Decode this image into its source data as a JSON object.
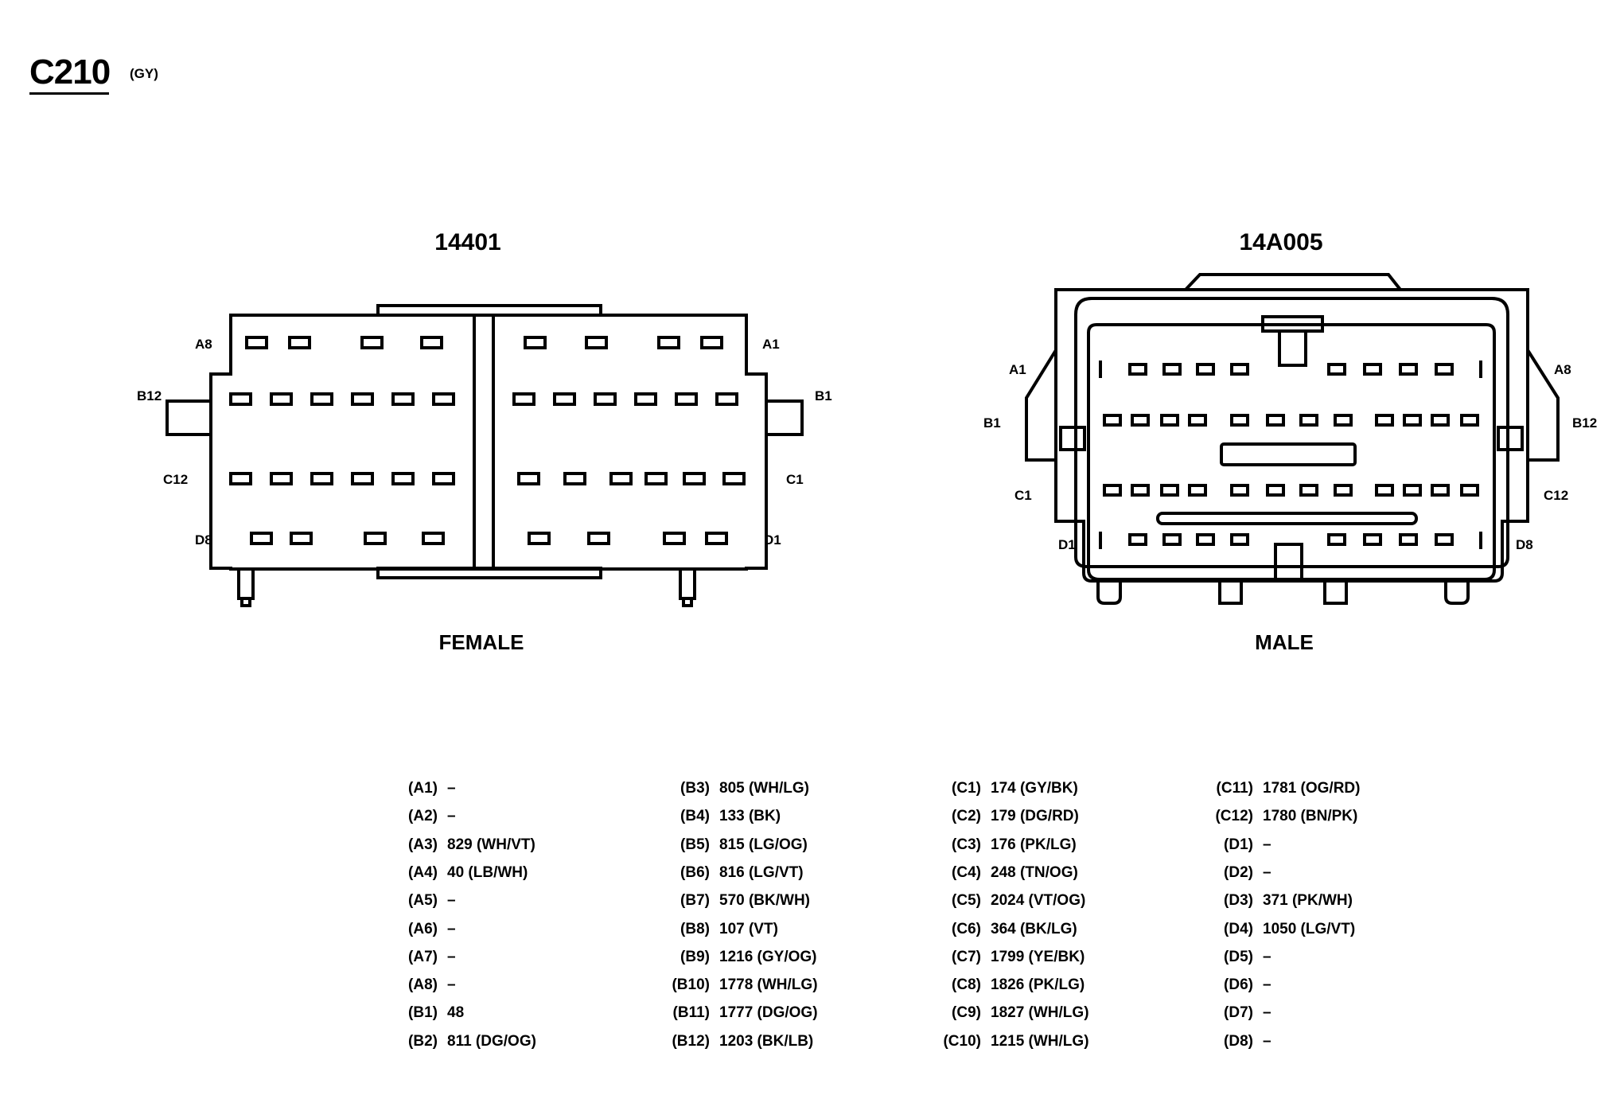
{
  "connector": {
    "id": "C210",
    "color_code": "(GY)"
  },
  "female": {
    "part_number": "14401",
    "gender_label": "FEMALE",
    "corner_labels": {
      "a_left": "A8",
      "a_right": "A1",
      "b_left": "B12",
      "b_right": "B1",
      "c_left": "C12",
      "c_right": "C1",
      "d_left": "D8",
      "d_right": "D1"
    }
  },
  "male": {
    "part_number": "14A005",
    "gender_label": "MALE",
    "corner_labels": {
      "a_left": "A1",
      "a_right": "A8",
      "b_left": "B1",
      "b_right": "B12",
      "c_left": "C1",
      "c_right": "C12",
      "d_left": "D1",
      "d_right": "D8"
    }
  },
  "pinout": [
    [
      {
        "pin": "(A1)",
        "wire": "–"
      },
      {
        "pin": "(A2)",
        "wire": "–"
      },
      {
        "pin": "(A3)",
        "wire": "829 (WH/VT)"
      },
      {
        "pin": "(A4)",
        "wire": "40 (LB/WH)"
      },
      {
        "pin": "(A5)",
        "wire": "–"
      },
      {
        "pin": "(A6)",
        "wire": "–"
      },
      {
        "pin": "(A7)",
        "wire": "–"
      },
      {
        "pin": "(A8)",
        "wire": "–"
      },
      {
        "pin": "(B1)",
        "wire": "48"
      },
      {
        "pin": "(B2)",
        "wire": "811 (DG/OG)"
      }
    ],
    [
      {
        "pin": "(B3)",
        "wire": "805 (WH/LG)"
      },
      {
        "pin": "(B4)",
        "wire": "133 (BK)"
      },
      {
        "pin": "(B5)",
        "wire": "815 (LG/OG)"
      },
      {
        "pin": "(B6)",
        "wire": "816 (LG/VT)"
      },
      {
        "pin": "(B7)",
        "wire": "570 (BK/WH)"
      },
      {
        "pin": "(B8)",
        "wire": "107 (VT)"
      },
      {
        "pin": "(B9)",
        "wire": "1216 (GY/OG)"
      },
      {
        "pin": "(B10)",
        "wire": "1778 (WH/LG)"
      },
      {
        "pin": "(B11)",
        "wire": "1777 (DG/OG)"
      },
      {
        "pin": "(B12)",
        "wire": "1203 (BK/LB)"
      }
    ],
    [
      {
        "pin": "(C1)",
        "wire": "174 (GY/BK)"
      },
      {
        "pin": "(C2)",
        "wire": "179 (DG/RD)"
      },
      {
        "pin": "(C3)",
        "wire": "176 (PK/LG)"
      },
      {
        "pin": "(C4)",
        "wire": "248 (TN/OG)"
      },
      {
        "pin": "(C5)",
        "wire": "2024 (VT/OG)"
      },
      {
        "pin": "(C6)",
        "wire": "364 (BK/LG)"
      },
      {
        "pin": "(C7)",
        "wire": "1799 (YE/BK)"
      },
      {
        "pin": "(C8)",
        "wire": "1826 (PK/LG)"
      },
      {
        "pin": "(C9)",
        "wire": "1827 (WH/LG)"
      },
      {
        "pin": "(C10)",
        "wire": "1215 (WH/LG)"
      }
    ],
    [
      {
        "pin": "(C11)",
        "wire": "1781 (OG/RD)"
      },
      {
        "pin": "(C12)",
        "wire": "1780 (BN/PK)"
      },
      {
        "pin": "(D1)",
        "wire": "–"
      },
      {
        "pin": "(D2)",
        "wire": "–"
      },
      {
        "pin": "(D3)",
        "wire": "371 (PK/WH)"
      },
      {
        "pin": "(D4)",
        "wire": "1050 (LG/VT)"
      },
      {
        "pin": "(D5)",
        "wire": "–"
      },
      {
        "pin": "(D6)",
        "wire": "–"
      },
      {
        "pin": "(D7)",
        "wire": "–"
      },
      {
        "pin": "(D8)",
        "wire": "–"
      }
    ]
  ]
}
